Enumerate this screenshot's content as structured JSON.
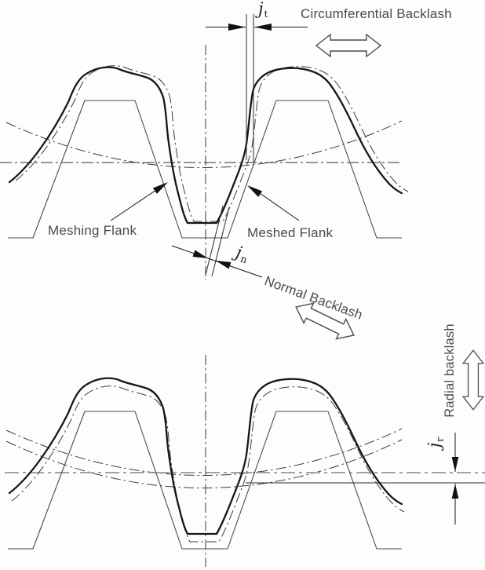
{
  "diagram": {
    "description": "Gear backlash diagram",
    "labels": {
      "circumferential": "Circumferential Backlash",
      "meshing_flank": "Meshing Flank",
      "meshed_flank": "Meshed Flank",
      "normal": "Normal Backlash",
      "radial": "Radial backlash",
      "jt": {
        "symbol": "j",
        "sub": "t"
      },
      "jn": {
        "symbol": "j",
        "sub": "n"
      },
      "jr": {
        "symbol": "j",
        "sub": "r"
      }
    },
    "colors": {
      "background": "#fdfdfd",
      "line": "#161616",
      "thin_line": "#4a4a4a",
      "gray_pitch_line": "#a3a3a3",
      "text": "#4a4a4a"
    }
  }
}
